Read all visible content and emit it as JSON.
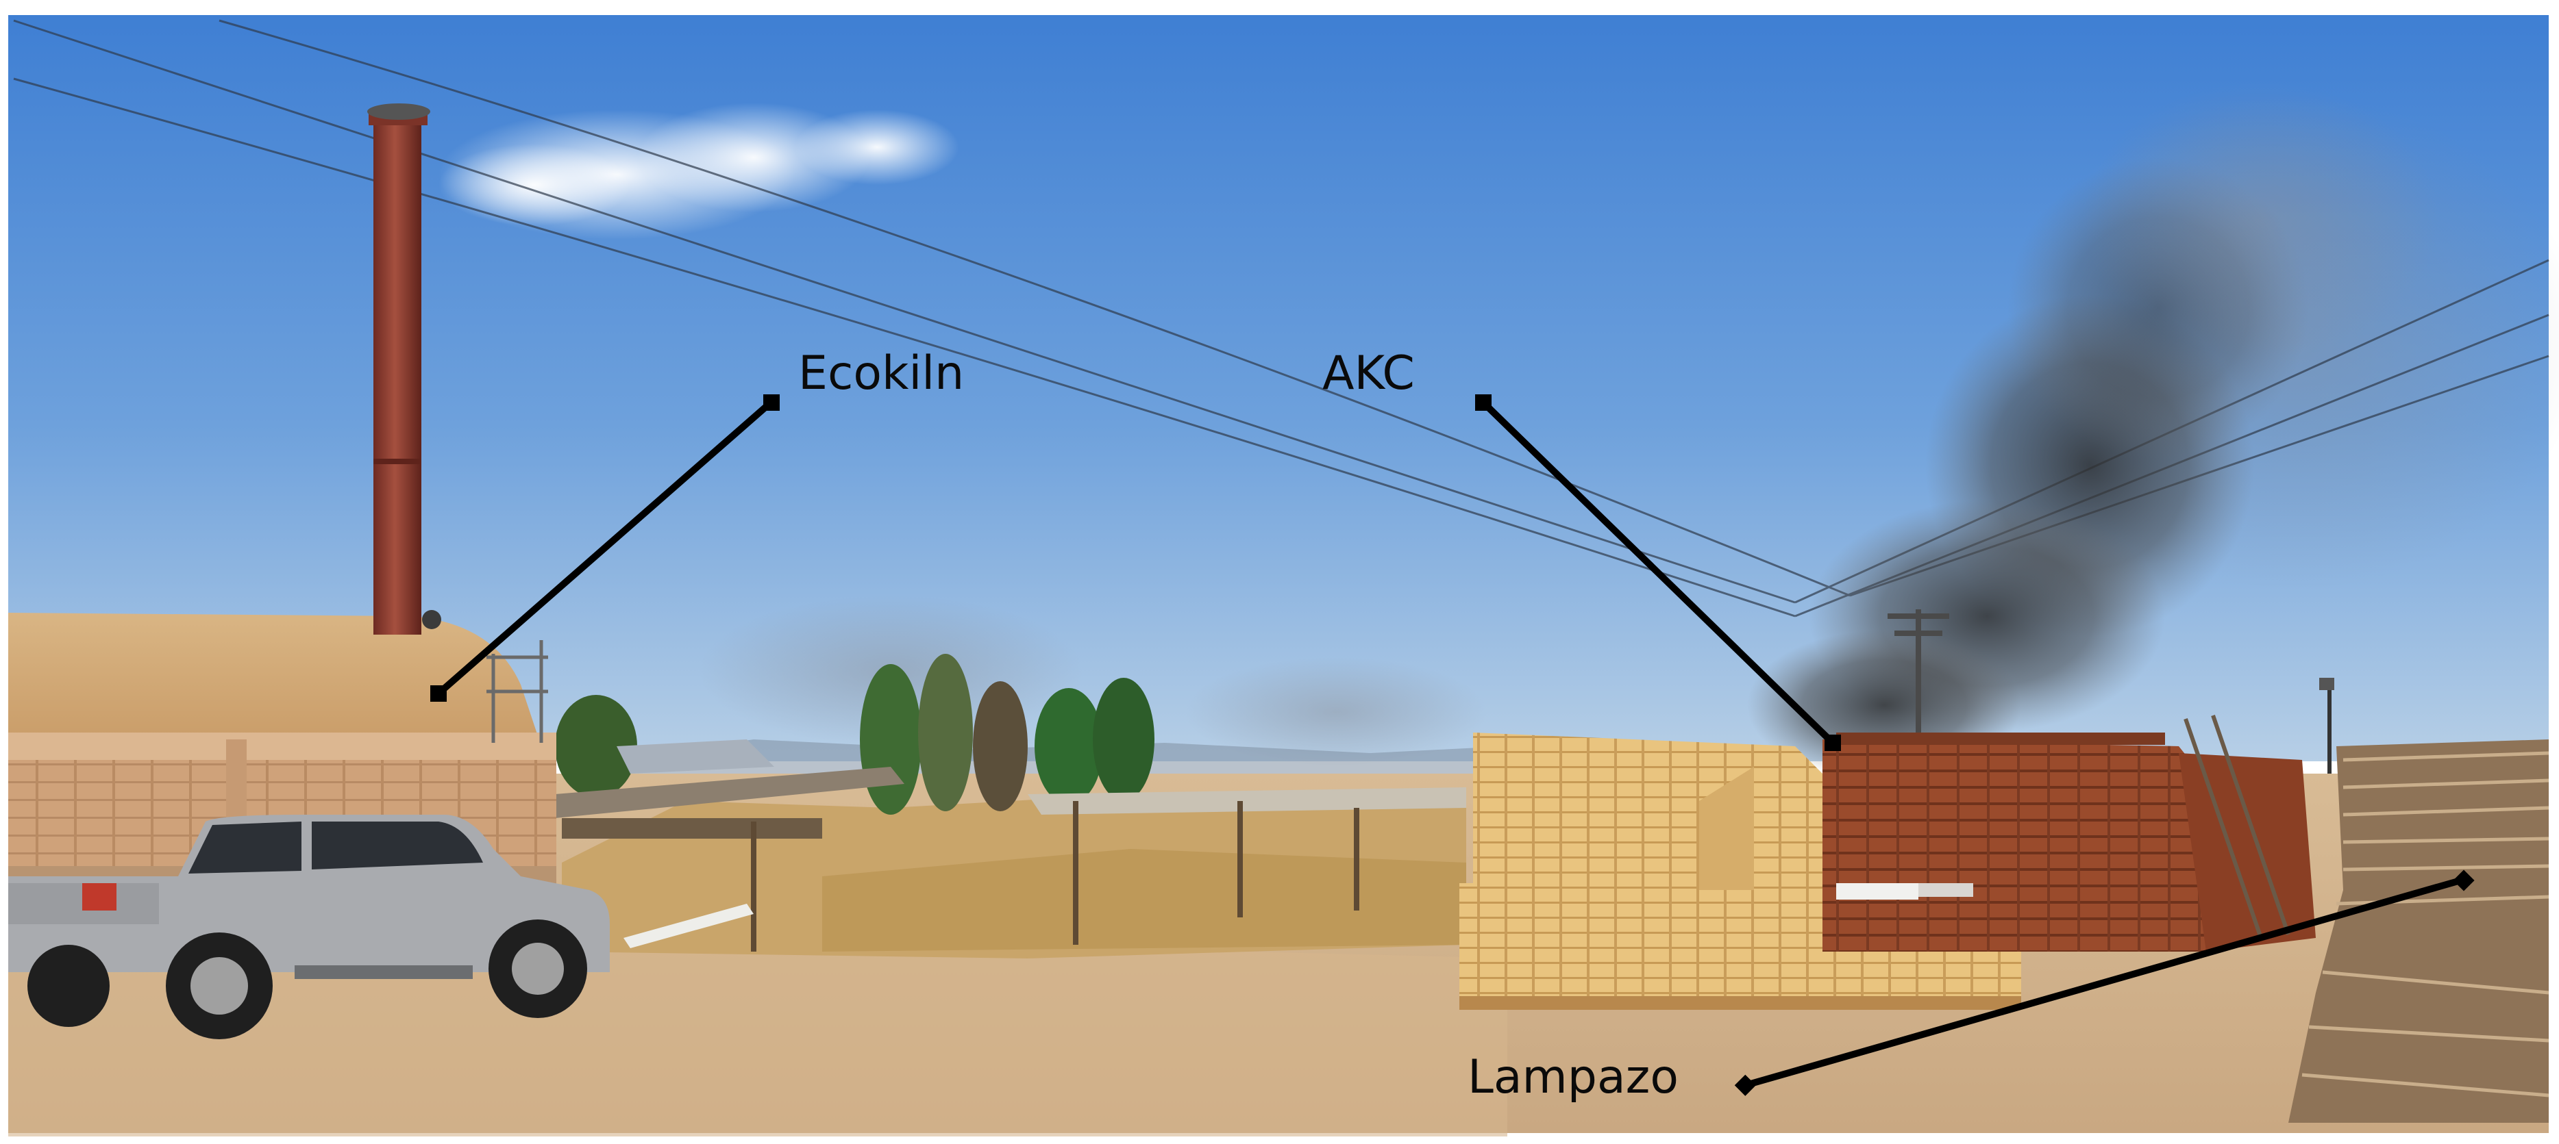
{
  "labels": {
    "ecokiln": "Ecokiln",
    "akc": "AKC",
    "lampazo": "Lampazo"
  },
  "colors": {
    "sky_top": "#3f7fd3",
    "sky_bottom": "#a9c6e3",
    "ground": "#cfb089",
    "chimney": "#8a3b30",
    "kiln_mound": "#d8b27e",
    "raw_bricks": "#e7c07c",
    "fired_bricks": "#9a4a2a",
    "smoke": "#3b3b3b",
    "truck": "#a7a9ad",
    "leader_line": "#000000"
  },
  "icons": [
    "truck-icon",
    "chimney-icon",
    "utility-pole-icon",
    "smoke-plume-icon"
  ]
}
